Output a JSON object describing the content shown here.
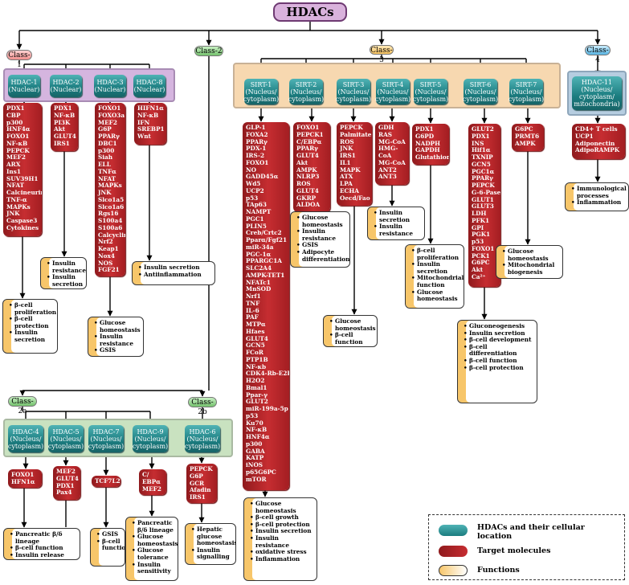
{
  "title": "HDACs",
  "classes": {
    "class1": "Class-1",
    "class2": "Class-2",
    "class3": "Class-3",
    "class4": "Class-4",
    "class2a": "Class-2a",
    "class2b": "Class-2b"
  },
  "hdacs": [
    {
      "id": "hdac1",
      "label": "HDAC-1\n(Nuclear)"
    },
    {
      "id": "hdac2",
      "label": "HDAC-2\n(Nuclear)"
    },
    {
      "id": "hdac3",
      "label": "HDAC-3\n(Nuclear)"
    },
    {
      "id": "hdac8",
      "label": "HDAC-8\n(Nuclear)"
    },
    {
      "id": "sirt1",
      "label": "SIRT-1\n(Nucleus/\ncytoplasm)"
    },
    {
      "id": "sirt2",
      "label": "SIRT-2\n(Nucleus/\ncytoplasm)"
    },
    {
      "id": "sirt3",
      "label": "SIRT-3\n(Nucleus/\ncytoplasm)"
    },
    {
      "id": "sirt4",
      "label": "SIRT-4\n(Nucleus/\ncytoplasm)"
    },
    {
      "id": "sirt5",
      "label": "SIRT-5\n(Nucleus/\ncytoplasm)"
    },
    {
      "id": "sirt6",
      "label": "SIRT-6\n(Nucleus/\ncytoplasm)"
    },
    {
      "id": "sirt7",
      "label": "SIRT-7\n(Nucleus/\ncytoplasm)"
    },
    {
      "id": "hdac11",
      "label": "HDAC-11\n(Nucleus/\ncytoplasm/\nmitochondria)"
    },
    {
      "id": "hdac4",
      "label": "HDAC-4\n(Nucleus/\ncytoplasm)"
    },
    {
      "id": "hdac5",
      "label": "HDAC-5\n(Nucleus/\ncytoplasm)"
    },
    {
      "id": "hdac7",
      "label": "HDAC-7\n(Nucleus/\ncytoplasm)"
    },
    {
      "id": "hdac9",
      "label": "HDAC-9\n(Nucleus/\ncytoplasm)"
    },
    {
      "id": "hdac6",
      "label": "HDAC-6\n(Nucleus/\ncytoplasm)"
    }
  ],
  "targets": [
    {
      "id": "t-hdac1",
      "items": [
        "PDX1",
        "CBP",
        "p300",
        "HNF4α",
        "FOXO1",
        "NF-κB",
        "PEPCK",
        "MEF2",
        "ARX",
        "Ins1",
        "SUV39H1",
        "NFAT",
        "Calcineurin",
        "TNF-α",
        "MAPKs",
        "JNK",
        "Caspase3",
        "Cytokines"
      ]
    },
    {
      "id": "t-hdac2",
      "items": [
        "PDX1",
        "NF-κB",
        "PI3K",
        "Akt",
        "GLUT4",
        "IRS1"
      ]
    },
    {
      "id": "t-hdac3",
      "items": [
        "FOXO1",
        "FOXO3a",
        "MEF2",
        "G6P",
        "PPARγ",
        "DBC1",
        "p300",
        "Siah",
        "ELL",
        "TNFα",
        "NFAT",
        "MAPKs",
        "JNK",
        "Slco1a5",
        "Slco1a6",
        "Rgs16",
        "S100a4",
        "S100a6",
        "Calcyclin",
        "Nrf2",
        "Keap1",
        "Nox4",
        "NOS",
        "FGF21"
      ]
    },
    {
      "id": "t-hdac8",
      "items": [
        "HIFN1α",
        "NF-κB",
        "IFN",
        "SREBP1",
        "Wnt"
      ]
    },
    {
      "id": "t-sirt1",
      "items": [
        "GLP-1",
        "FOXA2",
        "PPARγ",
        "PDX-1",
        "IRS-2",
        "FOXO1",
        "NO",
        "GADD45α",
        "Wd5",
        "UCP2",
        "p53",
        "TAp63",
        "NAMPT",
        "PGC1",
        "PLIN5",
        "Creb/Crtc2",
        "Pparα/Fgf21",
        "miR-34a",
        "PGC-1α",
        "PPARGC1A",
        "SLC2A4",
        "AMPK-TET1",
        "NFATc1",
        "MnSOD",
        "Nrf1",
        "TNF",
        "IL-6",
        "PAF",
        "MTPα",
        "Hfaes",
        "GLUT4",
        "GCN5",
        "FCoR",
        "PTP1B",
        "NF-κb",
        "CDK4-Rb-E2F1",
        "H2O2",
        "Bmal1",
        "Ppar-γ",
        "GLUT2",
        "miR-199a-5p",
        "p53",
        "Ku70",
        "NF-κB",
        "HNF4α",
        "p300",
        "GABA",
        "KATP",
        "iNOS",
        "p65G6PC",
        "mTOR"
      ]
    },
    {
      "id": "t-sirt2",
      "items": [
        "FOXO1",
        "PEPCK1",
        "C/EBPα",
        "PPARγ",
        "GLUT4",
        "Akt",
        "AMPK",
        "NLRP3",
        "ROS",
        "GLUT4",
        "GKRP",
        "ALDOA"
      ]
    },
    {
      "id": "t-sirt3",
      "items": [
        "PEPCK",
        "Palmitate",
        "ROS",
        "JNK",
        "IRS1",
        "IL1",
        "MAPK",
        "ATX",
        "LPA",
        "ECHA",
        "Oecd/Fao"
      ]
    },
    {
      "id": "t-sirt4",
      "items": [
        "GDH",
        "RAS",
        "MG-CoA",
        "HMG-",
        "CoA",
        "MG-CoA",
        "ANT2",
        "ANT3"
      ]
    },
    {
      "id": "t-sirt5",
      "items": [
        "PDX1",
        "G6PD",
        "NADPH",
        "GAPDH",
        "Glutathione"
      ]
    },
    {
      "id": "t-sirt6",
      "items": [
        "GLUT2",
        "PDX1",
        "INS",
        "Hif1α",
        "TXNIP",
        "GCN5",
        "PGC1α",
        "PPARγ",
        "PEPCK",
        "G-6-Pase",
        "GLUT1",
        "GLUT3",
        "LDH",
        "PFK1",
        "GPI",
        "PGK1",
        "p53",
        "FOXO1",
        "PCK1",
        "G6PC",
        "Akt",
        "Ca²⁺"
      ]
    },
    {
      "id": "t-sirt7",
      "items": [
        "G6PC",
        "PRMT6",
        "AMPK"
      ]
    },
    {
      "id": "t-hdac11",
      "items": [
        "CD4+ T cells",
        "UCP1",
        "Adiponectin",
        "AdipoRAMPK"
      ]
    },
    {
      "id": "t-hdac4",
      "items": [
        "FOXO1",
        "HFN1α"
      ]
    },
    {
      "id": "t-hdac5",
      "items": [
        "MEF2",
        "GLUT4",
        "PDX1",
        "Pax4"
      ]
    },
    {
      "id": "t-hdac7",
      "items": [
        "TCF7L2"
      ]
    },
    {
      "id": "t-hdac9",
      "items": [
        "C/",
        "EBPα",
        "MEF2"
      ]
    },
    {
      "id": "t-hdac6",
      "items": [
        "PEPCK",
        "G6P",
        "GCR",
        "Afadin",
        "IRS1"
      ]
    }
  ],
  "functions": [
    {
      "id": "f-hdac1",
      "items": [
        "β-cell proliferation",
        "β-cell protection",
        "Insulin secretion"
      ]
    },
    {
      "id": "f-hdac2",
      "items": [
        "Insulin resistance",
        "Insulin secretion"
      ]
    },
    {
      "id": "f-hdac3",
      "items": [
        "Glucose homeostasis",
        "Insulin resistance",
        "GSIS"
      ]
    },
    {
      "id": "f-hdac8",
      "items": [
        "Insulin secretion",
        "Antiinflammation"
      ]
    },
    {
      "id": "f-sirt1",
      "items": [
        "Glucose homeostasis",
        "β-cell growth",
        "β-cell protection",
        "Insulin secretion",
        "Insulin resistance",
        "oxidative stress",
        "Inflammation"
      ]
    },
    {
      "id": "f-sirt2",
      "items": [
        "Glucose homeostasis",
        "Insulin resistance",
        "GSIS",
        "Adipocyte differentiation"
      ]
    },
    {
      "id": "f-sirt3",
      "items": [
        "Glucose homeostasis",
        "β-cell function"
      ]
    },
    {
      "id": "f-sirt4",
      "items": [
        "Insulin secretion",
        "Insulin resistance"
      ]
    },
    {
      "id": "f-sirt5",
      "items": [
        "β-cell proliferation",
        "Insulin secretion",
        "Mitochondrial function",
        "Glucose homeostasis"
      ]
    },
    {
      "id": "f-sirt6",
      "items": [
        "Gluconeogenesis",
        "Insulin secretion",
        "β-cell development",
        "β-cell differentiation",
        "β-cell function",
        "β-cell protection"
      ]
    },
    {
      "id": "f-sirt7",
      "items": [
        "Glucose homeostasis",
        "Mitochondrial biogenesis"
      ]
    },
    {
      "id": "f-hdac11",
      "items": [
        "Immunological processes",
        "Inflammation"
      ]
    },
    {
      "id": "f-hdac4",
      "items": [
        "Pancreatic β/δ lineage",
        "β-cell function",
        "Insulin release"
      ]
    },
    {
      "id": "f-hdac7",
      "items": [
        "GSIS",
        "β-cell function"
      ]
    },
    {
      "id": "f-hdac9",
      "items": [
        "Pancreatic β/δ lineage",
        "Glucose homeostasis",
        "Glucose tolerance",
        "Insulin sensitivity"
      ]
    },
    {
      "id": "f-hdac6",
      "items": [
        "Hepatic glucose homeostasis",
        "Insulin signalling"
      ]
    }
  ],
  "legend": {
    "hdac": "HDACs and their cellular location",
    "target": "Target molecules",
    "function": "Functions"
  },
  "colors": {
    "hdac": "#1b7c7f",
    "target": "#b4262a",
    "function": "#f7c66a",
    "title": "#d9b2dc"
  }
}
